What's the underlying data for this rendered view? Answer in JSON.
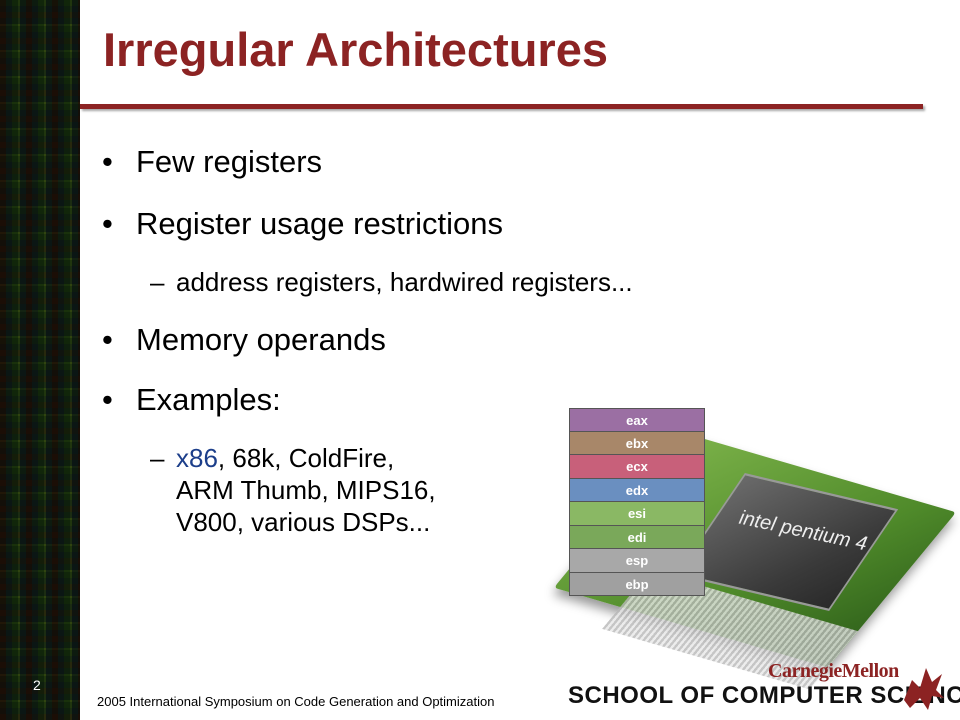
{
  "slide": {
    "title": "Irregular Architectures",
    "slide_number": "2",
    "footer": "2005 International Symposium on Code Generation and Optimization",
    "title_color": "#8c2323"
  },
  "bullets": {
    "b1": "Few registers",
    "b2": "Register usage restrictions",
    "b2_sub": "address registers, hardwired registers...",
    "b3": "Memory operands",
    "b4": "Examples:",
    "b4_sub_x86": "x86",
    "b4_sub_line1_rest": ", 68k, ColdFire,",
    "b4_sub_line2": "ARM Thumb, MIPS16,",
    "b4_sub_line3": "V800, various DSPs..."
  },
  "registers": [
    {
      "name": "eax",
      "color": "#9b6fa3"
    },
    {
      "name": "ebx",
      "color": "#a88769"
    },
    {
      "name": "ecx",
      "color": "#c8607a"
    },
    {
      "name": "edx",
      "color": "#6a8fc0"
    },
    {
      "name": "esi",
      "color": "#8ab864"
    },
    {
      "name": "edi",
      "color": "#7aa85a"
    },
    {
      "name": "esp",
      "color": "#a8a8a8"
    },
    {
      "name": "ebp",
      "color": "#a0a0a0"
    }
  ],
  "chip": {
    "label": "intel pentium 4"
  },
  "branding": {
    "university": "CarnegieMellon",
    "school": "SCHOOL OF COMPUTER SCIENCE",
    "logo_icon": "dragon-icon"
  }
}
